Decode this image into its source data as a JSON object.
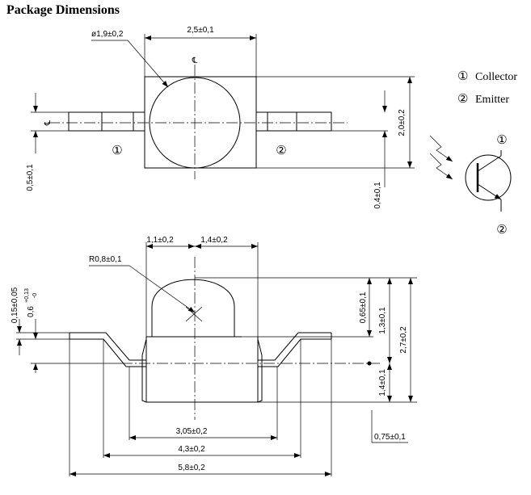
{
  "title": "Package Dimensions",
  "legend": {
    "collector_mark": "①",
    "collector_label": "Collector",
    "emitter_mark": "②",
    "emitter_label": "Emitter"
  },
  "pin_marks": {
    "pin1": "①",
    "pin2": "②",
    "symbol_pin1": "①",
    "symbol_pin2": "②"
  },
  "centerline_marks": {
    "top": "℄",
    "left": "℄"
  },
  "top_view": {
    "lens_diameter": "ø1,9±0,2",
    "body_width": "2,5±0,1",
    "body_height": "2,0±0,2",
    "lead_width": "0,5±0,1",
    "lead_offset": "0,4±0,1"
  },
  "side_view": {
    "dim_left": "1,1±0,2",
    "dim_right": "1,4±0,2",
    "lens_radius": "R0,8±0,1",
    "lead_thickness": "0,15±0,05",
    "lead_standoff": "0,6",
    "lead_standoff_upper": "+0,13",
    "lead_standoff_lower": "-0",
    "lens_height": "0,65±0,1",
    "top_height": "1,3±0,1",
    "total_height": "2,7±0,2",
    "base_height": "1,4±0,1",
    "base_width": "3,05±0,2",
    "lead_span": "4,3±0,2",
    "overall_span": "5,8±0,2",
    "foot_length": "0,75±0,1"
  }
}
